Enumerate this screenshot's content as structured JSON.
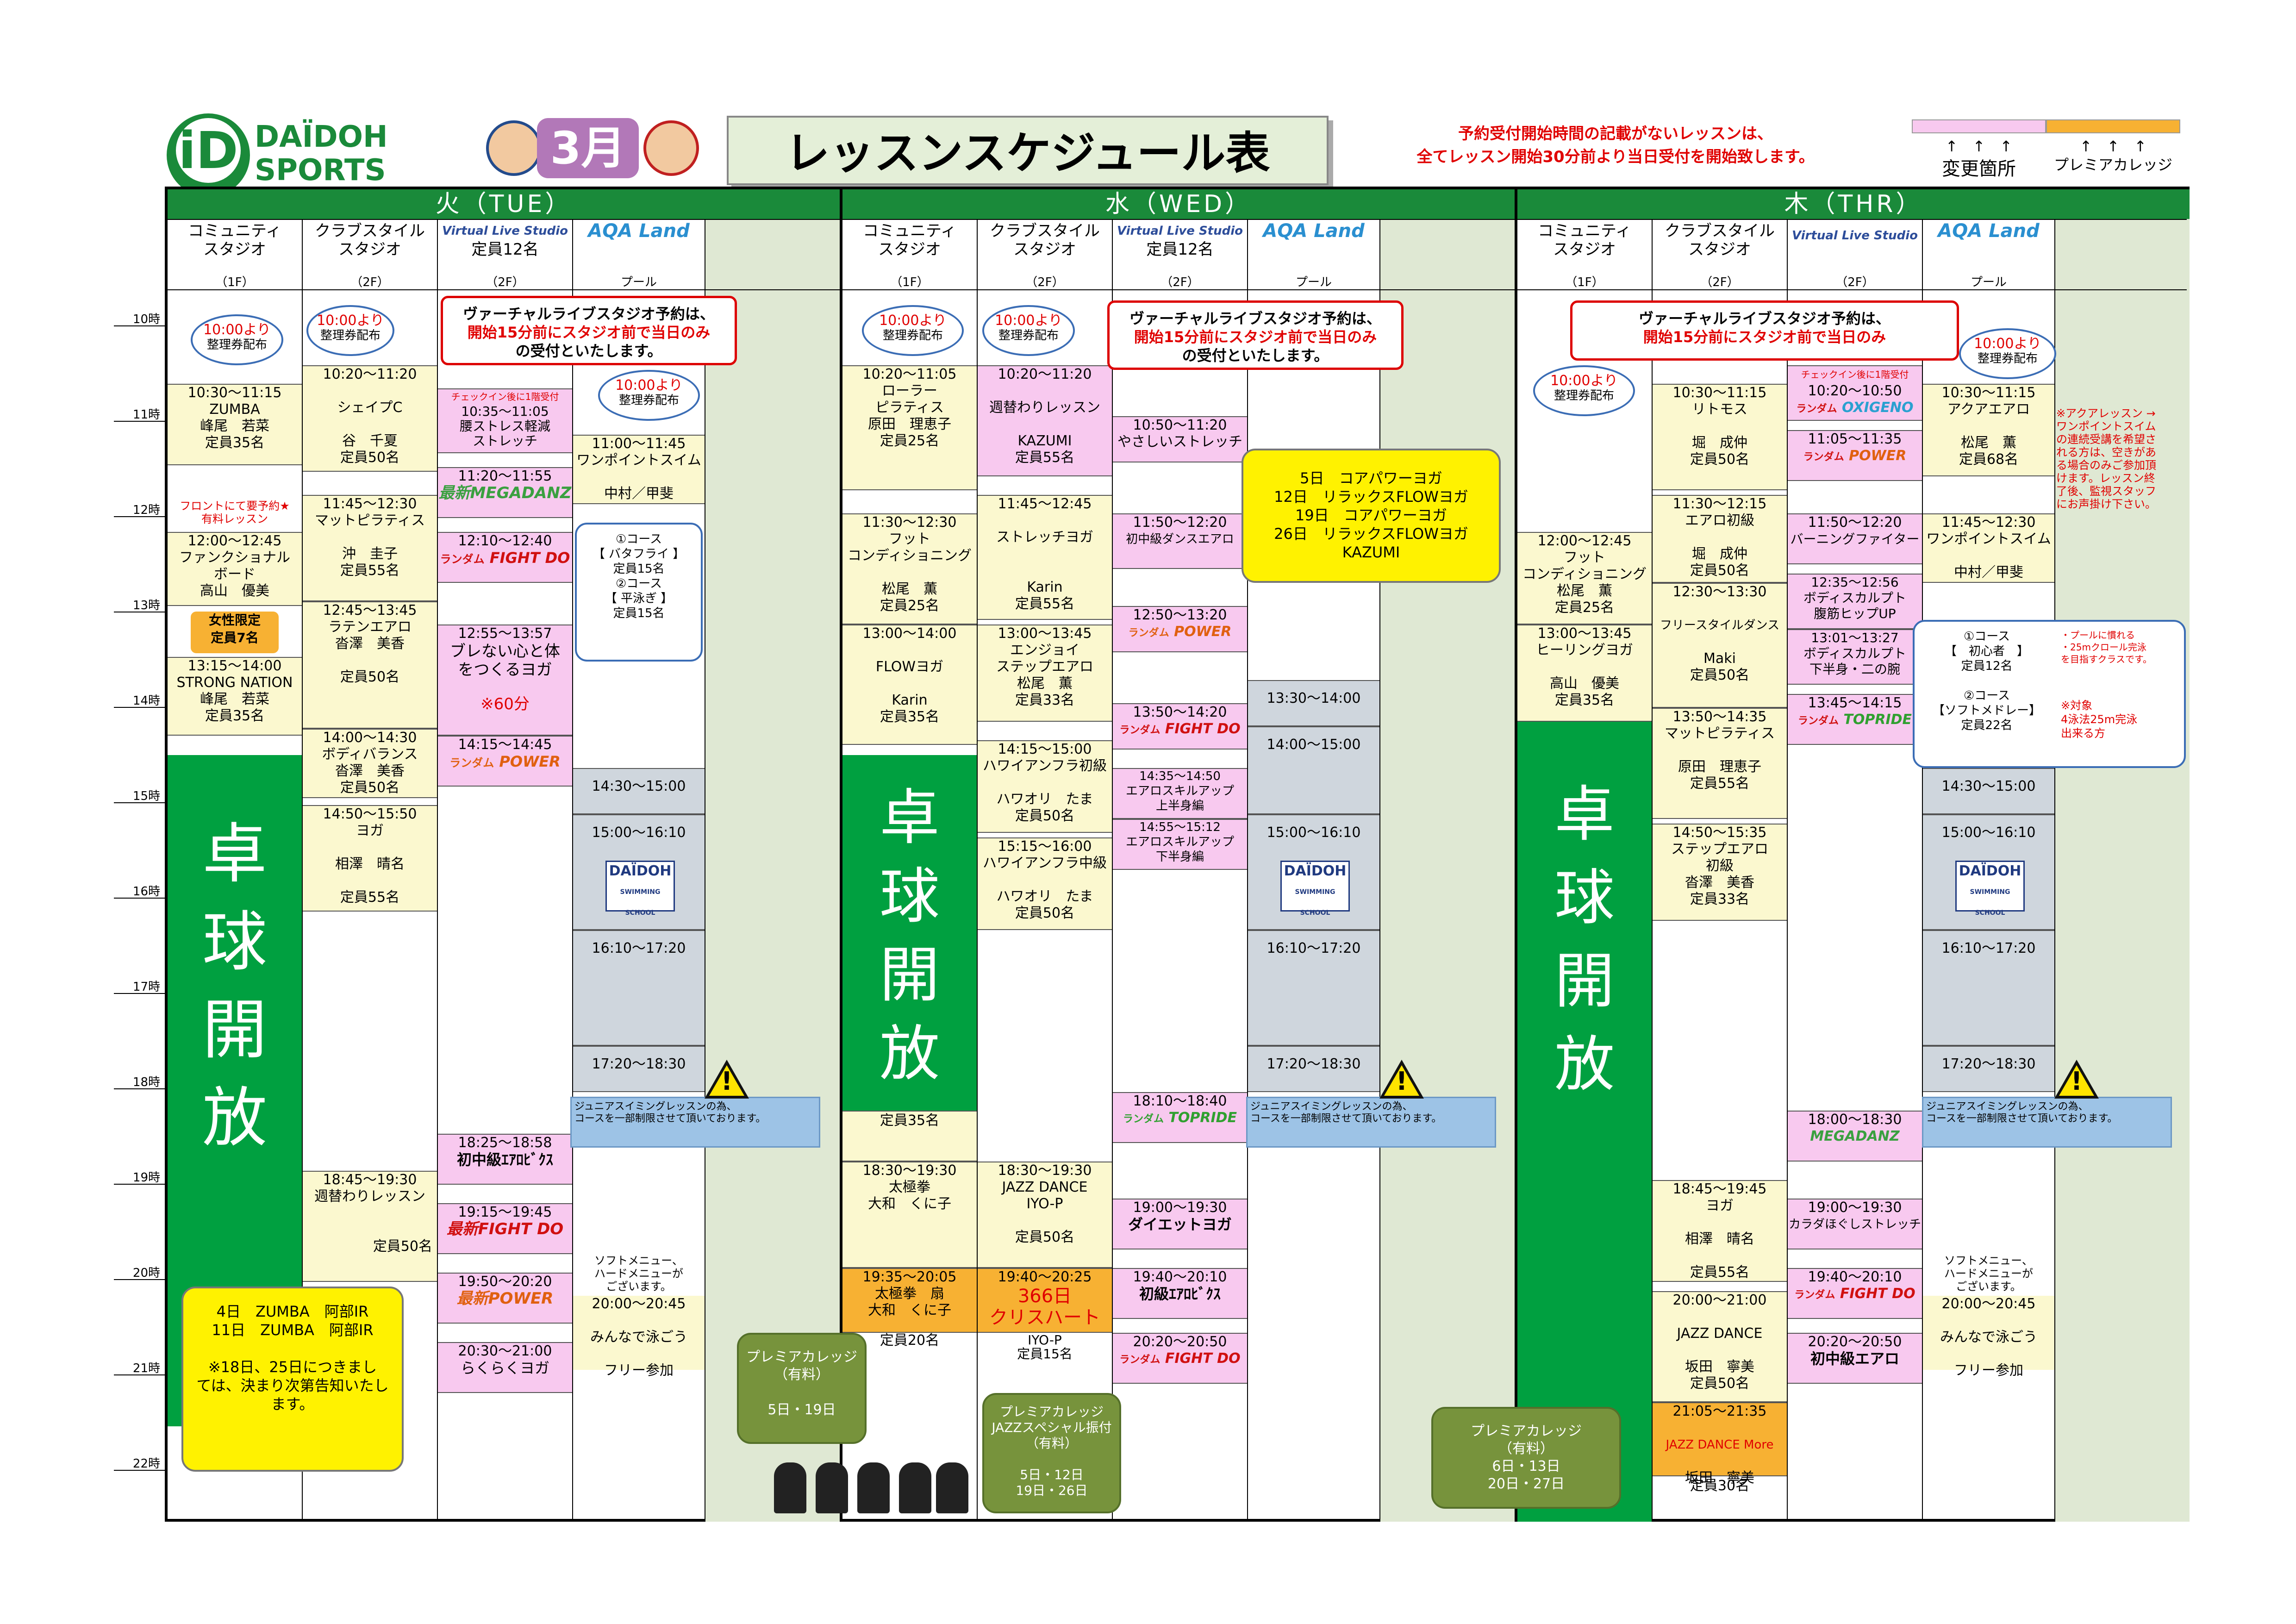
{
  "header": {
    "logo": "DAÏDOH SPORTS CLUB",
    "month": "3月",
    "title": "レッスンスケジュール表",
    "notice_1": "予約受付開始時間の記載がないレッスンは、",
    "notice_2": "全てレッスン開始30分前より当日受付を開始致します。",
    "legend_change": "変更箇所",
    "legend_premium": "プレミアカレッジ",
    "legend_arrows": "↑　↑　↑"
  },
  "days": {
    "tue": "火（TUE）",
    "wed": "水（WED）",
    "thu": "木（THR）"
  },
  "columns": {
    "community": "コミュニティ\nスタジオ",
    "club": "クラブスタイル\nスタジオ",
    "vls": "Virtual Live Studio",
    "vls_cap": "定員12名",
    "aqa": "AQA Land",
    "pool": "プール",
    "f1": "（1F）",
    "f2": "（2F）"
  },
  "hours": [
    "10時",
    "11時",
    "12時",
    "13時",
    "14時",
    "15時",
    "16時",
    "17時",
    "18時",
    "19時",
    "20時",
    "21時",
    "22時"
  ],
  "big_text": [
    "卓",
    "球",
    "開",
    "放"
  ],
  "common": {
    "from10": "10:00より",
    "ticket": "整理券配布",
    "vls_notice_1": "ヴァーチャルライブスタジオ予約は、",
    "vls_notice_2": "開始15分前にスタジオ前で当日のみ",
    "vls_notice_3": "の受付といたします。",
    "vls_notice_3b": "の受付といたします。",
    "junior": "ジュニアスイミングレッスンの為、\nコースを一部制限させて頂いております。",
    "soft": "ソフトメニュー、\nハードメニューが\nございます。",
    "swim_school": "DAÏDOH",
    "swim_school_sub": "SWIMMING SCHOOL",
    "random": "ランダム",
    "checkin": "チェックイン後に1階受付"
  },
  "tue": {
    "c1": [
      {
        "time": "10:30～11:15",
        "name": "ZUMBA",
        "inst": "峰尾　若菜",
        "cap": "定員35名"
      },
      {
        "note": "フロントにて要予約★\n有料レッスン"
      },
      {
        "time": "12:00～12:45",
        "name": "ファンクショナル\nボード",
        "inst": "高山　優美"
      },
      {
        "badge": "女性限定\n定員7名"
      },
      {
        "time": "13:15～14:00",
        "name": "STRONG NATION",
        "inst": "峰尾　若菜",
        "cap": "定員35名"
      }
    ],
    "c2": [
      {
        "time": "10:20～11:20",
        "name": "シェイプC",
        "inst": "谷　千夏",
        "cap": "定員50名"
      },
      {
        "time": "11:45～12:30",
        "name": "マットピラティス",
        "inst": "沖　圭子",
        "cap": "定員55名"
      },
      {
        "time": "12:45～13:45",
        "name": "ラテンエアロ",
        "inst": "沓澤　美香",
        "cap": "定員50名"
      },
      {
        "time": "14:00～14:30",
        "name": "ボディバランス",
        "inst": "沓澤　美香",
        "cap": "定員50名"
      },
      {
        "time": "14:50～15:50",
        "name": "ヨガ",
        "inst": "相澤　晴名",
        "cap": "定員55名"
      },
      {
        "time": "18:45～19:30",
        "name": "週替わりレッスン",
        "cap": "定員50名"
      }
    ],
    "c3": [
      {
        "time": "10:35～11:05",
        "name": "腰ストレス軽減\nストレッチ"
      },
      {
        "time": "11:20～11:55",
        "name": "最新MEGADANZ"
      },
      {
        "time": "12:10～12:40",
        "name": "FIGHT DO"
      },
      {
        "time": "12:55～13:57",
        "name": "ブレない心と体\nをつくるヨガ",
        "extra": "※60分"
      },
      {
        "time": "14:15～14:45",
        "name": "POWER"
      },
      {
        "time": "18:25～18:58",
        "name": "初中級ｴｱﾛﾋﾞｸｽ"
      },
      {
        "time": "19:15～19:45",
        "name": "最新FIGHT DO"
      },
      {
        "time": "19:50～20:20",
        "name": "最新POWER"
      },
      {
        "time": "20:30～21:00",
        "name": "らくらくヨガ"
      }
    ],
    "aqa": [
      {
        "time": "11:00～11:45",
        "name": "ワンポイントスイム",
        "inst": "中村／甲斐"
      },
      {
        "course": "①コース\n【 バタフライ 】\n定員15名\n②コース\n【 平泳ぎ 】\n定員15名"
      },
      {
        "time": "14:30～15:00"
      },
      {
        "time": "15:00～16:10"
      },
      {
        "time": "16:10～17:20"
      },
      {
        "time": "17:20～18:30"
      },
      {
        "time": "20:00～20:45",
        "name": "みんなで泳ごう",
        "inst": "フリー参加"
      }
    ],
    "yellow_note": "4日　ZUMBA　阿部IR\n11日　ZUMBA　阿部IR\n\n※18日、25日につきまし\nては、決まり次第告知いたし\nます。"
  },
  "wed": {
    "c1": [
      {
        "time": "10:20～11:05",
        "name": "ローラー\nピラティス",
        "inst": "原田　理恵子",
        "cap": "定員25名"
      },
      {
        "time": "11:30～12:30",
        "name": "フット\nコンディショニング",
        "inst": "松尾　薫",
        "cap": "定員25名"
      },
      {
        "time": "13:00～14:00",
        "name": "FLOWヨガ",
        "inst": "Karin",
        "cap": "定員35名"
      },
      {
        "cap": "定員35名"
      },
      {
        "time": "18:30～19:30",
        "name": "太極拳",
        "inst": "大和　くに子"
      },
      {
        "time": "19:35～20:05",
        "name": "太極拳　扇",
        "inst": "大和　くに子",
        "cap": "定員20名"
      }
    ],
    "c2": [
      {
        "time": "10:20～11:20",
        "name": "週替わりレッスン",
        "inst": "KAZUMI",
        "cap": "定員55名"
      },
      {
        "time": "11:45～12:45",
        "name": "ストレッチヨガ",
        "inst": "Karin",
        "cap": "定員55名"
      },
      {
        "time": "13:00～13:45",
        "name": "エンジョイ\nステップエアロ",
        "inst": "松尾　薫",
        "cap": "定員33名"
      },
      {
        "time": "14:15～15:00",
        "name": "ハワイアンフラ初級",
        "inst": "ハワオリ　たま",
        "cap": "定員50名"
      },
      {
        "time": "15:15～16:00",
        "name": "ハワイアンフラ中級",
        "inst": "ハワオリ　たま",
        "cap": "定員50名"
      },
      {
        "time": "18:30～19:30",
        "name": "JAZZ DANCE",
        "inst": "IYO-P",
        "cap": "定員50名"
      },
      {
        "time": "19:40～20:25",
        "name": "366日\nクリスハート",
        "inst": "IYO-P",
        "cap": "定員15名"
      }
    ],
    "c3": [
      {
        "time": "10:50～11:20",
        "name": "やさしいストレッチ"
      },
      {
        "time": "11:50～12:20",
        "name": "初中級ダンスエアロ"
      },
      {
        "time": "12:50～13:20",
        "name": "POWER"
      },
      {
        "time": "13:50～14:20",
        "name": "FIGHT DO"
      },
      {
        "time": "14:35～14:50",
        "name": "エアロスキルアップ\n上半身編"
      },
      {
        "time": "14:55～15:12",
        "name": "エアロスキルアップ\n下半身編"
      },
      {
        "time": "18:10～18:40",
        "name": "TOPRIDE"
      },
      {
        "time": "19:00～19:30",
        "name": "ダイエットヨガ"
      },
      {
        "time": "19:40～20:10",
        "name": "初級ｴｱﾛﾋﾞｸｽ"
      },
      {
        "time": "20:20～20:50",
        "name": "FIGHT DO"
      }
    ],
    "aqa": [
      {
        "time": "13:30～14:00"
      },
      {
        "time": "14:00～15:00"
      },
      {
        "time": "15:00～16:10"
      },
      {
        "time": "16:10～17:20"
      },
      {
        "time": "17:20～18:30"
      }
    ],
    "yellow_note": "5日　コアパワーヨガ\n12日　リラックスFLOWヨガ\n19日　コアパワーヨガ\n26日　リラックスFLOWヨガ\nKAZUMI",
    "premium_1": "プレミアカレッジ\n（有料）\n\n5日・19日",
    "premium_2": "プレミアカレッジ\nJAZZスペシャル振付\n（有料）\n\n5日・12日\n19日・26日"
  },
  "thu": {
    "c1": [
      {
        "time": "12:00～12:45",
        "name": "フット\nコンディショニング",
        "inst": "松尾　薫",
        "cap": "定員25名"
      },
      {
        "time": "13:00～13:45",
        "name": "ヒーリングヨガ",
        "inst": "高山　優美",
        "cap": "定員35名"
      }
    ],
    "c2": [
      {
        "time": "10:30～11:15",
        "name": "リトモス",
        "inst": "堀　成仲",
        "cap": "定員50名"
      },
      {
        "time": "11:30～12:15",
        "name": "エアロ初級",
        "inst": "堀　成仲",
        "cap": "定員50名"
      },
      {
        "time": "12:30～13:30",
        "name": "フリースタイルダンス",
        "inst": "Maki",
        "cap": "定員50名"
      },
      {
        "time": "13:50～14:35",
        "name": "マットピラティス",
        "inst": "原田　理恵子",
        "cap": "定員55名"
      },
      {
        "time": "14:50～15:35",
        "name": "ステップエアロ\n初級",
        "inst": "沓澤　美香",
        "cap": "定員33名"
      },
      {
        "time": "18:45～19:45",
        "name": "ヨガ",
        "inst": "相澤　晴名",
        "cap": "定員55名"
      },
      {
        "time": "20:00～21:00",
        "name": "JAZZ DANCE",
        "inst": "坂田　寧美",
        "cap": "定員50名"
      },
      {
        "time": "21:05～21:35",
        "name": "JAZZ DANCE More",
        "inst": "坂田　寧美",
        "cap": "定員30名"
      }
    ],
    "c3": [
      {
        "time": "10:20～10:50",
        "name": "OXIGENO"
      },
      {
        "time": "11:05～11:35",
        "name": "POWER"
      },
      {
        "time": "11:50～12:20",
        "name": "バーニングファイター"
      },
      {
        "time": "12:35～12:56",
        "name": "ボディスカルプト\n腹筋ヒップUP"
      },
      {
        "time": "13:01～13:27",
        "name": "ボディスカルプト\n下半身・二の腕"
      },
      {
        "time": "13:45～14:15",
        "name": "TOPRIDE"
      },
      {
        "time": "18:00～18:30",
        "name": "MEGADANZ"
      },
      {
        "time": "19:00～19:30",
        "name": "カラダほぐしストレッチ"
      },
      {
        "time": "19:40～20:10",
        "name": "FIGHT DO"
      },
      {
        "time": "20:20～20:50",
        "name": "初中級エアロ"
      }
    ],
    "aqa": [
      {
        "time": "10:30～11:15",
        "name": "アクアエアロ",
        "inst": "松尾　薫",
        "cap": "定員68名"
      },
      {
        "time": "11:45～12:30",
        "name": "ワンポイントスイム",
        "inst": "中村／甲斐"
      },
      {
        "course": "①コース\n【　初心者　】\n定員12名\n\n②コース\n【ソフトメドレー】\n定員22名"
      },
      {
        "time": "14:30～15:00"
      },
      {
        "time": "15:00～16:10"
      },
      {
        "time": "16:10～17:20"
      },
      {
        "time": "17:20～18:30"
      },
      {
        "time": "20:00～20:45",
        "name": "みんなで泳ごう",
        "inst": "フリー参加"
      }
    ],
    "side_note": "※アクアレッスン →\nワンポイントスイム\nの連続受講を希望さ\nれる方は、空きがあ\nる場合のみご参加頂\nけます。レッスン終\n了後、監視スタッフ\nにお声掛け下さい。",
    "course_note": "・プールに慣れる\n・25mクロール完泳\nを目指すクラスです。",
    "course_note2": "※対象\n4泳法25m完泳\n出来る方",
    "premium": "プレミアカレッジ\n（有料）\n6日・13日\n20日・27日"
  },
  "colors": {
    "green": "#00a040",
    "yellow": "#fbf8cf",
    "pink": "#f8c9ef",
    "gray": "#cfd6dd",
    "orange": "#f7b133",
    "red": "#e00000"
  }
}
